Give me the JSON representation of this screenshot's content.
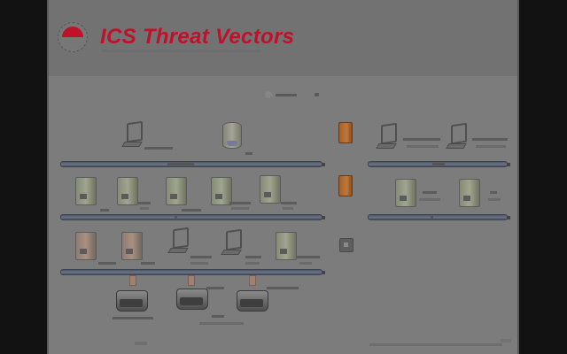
{
  "slide": {
    "title": "ICS Threat Vectors",
    "brand_color": "#c0102a",
    "background": "#7a7a7a"
  },
  "diagram": {
    "zones": [
      {
        "name": "enterprise-network",
        "devices": [
          "workstation",
          "database-server"
        ],
        "bus": "upper-left"
      },
      {
        "name": "dmz-network",
        "devices": [
          "workstation",
          "workstation"
        ],
        "bus": "upper-right"
      },
      {
        "name": "control-center-servers",
        "devices": [
          "server",
          "server",
          "server",
          "server",
          "server"
        ],
        "bus": "middle-left"
      },
      {
        "name": "remote-servers",
        "devices": [
          "server",
          "server"
        ],
        "bus": "middle-right"
      },
      {
        "name": "control-network",
        "devices": [
          "server",
          "server",
          "workstation",
          "workstation",
          "server"
        ],
        "bus": "lower-left"
      },
      {
        "name": "field-devices",
        "devices": [
          "plc",
          "plc",
          "plc"
        ]
      }
    ],
    "firewalls": 2,
    "routers": 1,
    "legible_labels": []
  }
}
